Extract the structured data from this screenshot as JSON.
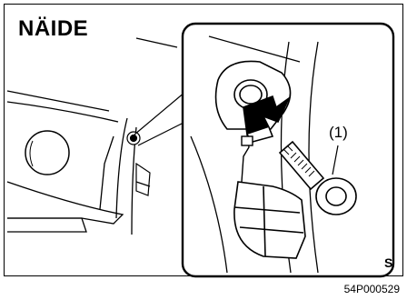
{
  "figure": {
    "title": "NÄIDE",
    "callout_label": "(1)",
    "figure_code": "54P000529",
    "edge_text": "S"
  }
}
